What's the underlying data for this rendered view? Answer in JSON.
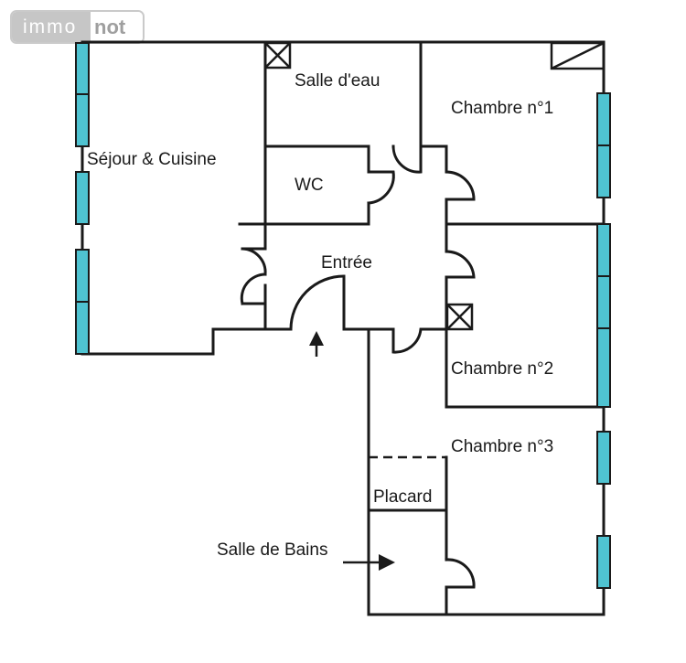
{
  "logo": {
    "part1": "immo",
    "part2": "not"
  },
  "rooms": {
    "sejour": "Séjour & Cuisine",
    "salle_eau": "Salle d'eau",
    "chambre1": "Chambre n°1",
    "wc": "WC",
    "entree": "Entrée",
    "chambre2": "Chambre n°2",
    "chambre3": "Chambre n°3",
    "placard": "Placard",
    "salle_bains": "Salle de Bains"
  },
  "colors": {
    "window": "#4fc3d1",
    "wall": "#1a1a1a",
    "logo_grey": "#c3c3c3"
  }
}
